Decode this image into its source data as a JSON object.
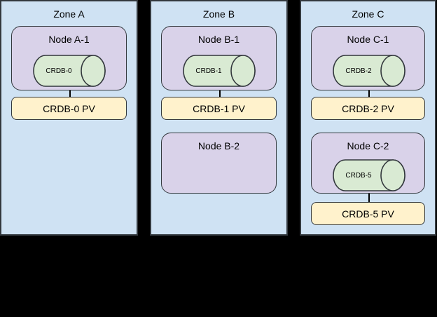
{
  "colors": {
    "background": "#000000",
    "zone_fill": "#cfe2f3",
    "node_fill": "#d9d2e9",
    "db_fill": "#d9ead3",
    "pv_fill": "#fff2cc",
    "stroke": "#33383d",
    "connector": "#000000",
    "text": "#000000"
  },
  "zones": [
    {
      "label": "Zone A",
      "nodes": [
        {
          "label": "Node A-1",
          "db_label": "CRDB-0",
          "pv_label": "CRDB-0 PV"
        }
      ]
    },
    {
      "label": "Zone B",
      "nodes": [
        {
          "label": "Node B-1",
          "db_label": "CRDB-1",
          "pv_label": "CRDB-1 PV"
        },
        {
          "label": "Node B-2"
        }
      ]
    },
    {
      "label": "Zone C",
      "nodes": [
        {
          "label": "Node C-1",
          "db_label": "CRDB-2",
          "pv_label": "CRDB-2 PV"
        },
        {
          "label": "Node C-2",
          "db_label": "CRDB-5",
          "pv_label": "CRDB-5 PV"
        }
      ]
    }
  ]
}
